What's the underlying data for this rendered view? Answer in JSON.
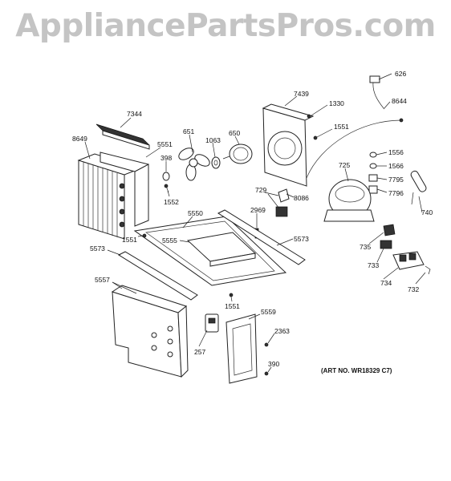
{
  "watermark": "AppliancePartsPros.com",
  "art_number": "(ART NO. WR18329 C7)",
  "labels": {
    "l626": "626",
    "l8644": "8644",
    "l7439": "7439",
    "l1330": "1330",
    "l1551a": "1551",
    "l7344": "7344",
    "l8649": "8649",
    "l5551": "5551",
    "l651": "651",
    "l1063": "1063",
    "l650": "650",
    "l398": "398",
    "l1552": "1552",
    "l1556": "1556",
    "l1566": "1566",
    "l725": "725",
    "l7795": "7795",
    "l7796": "7796",
    "l729": "729",
    "l8086": "8086",
    "l740": "740",
    "l5550": "5550",
    "l2969": "2969",
    "l1551b": "1551",
    "l5555": "5555",
    "l5573a": "5573",
    "l5573b": "5573",
    "l735": "735",
    "l733": "733",
    "l734": "734",
    "l732": "732",
    "l5557": "5557",
    "l1551c": "1551",
    "l5559": "5559",
    "l2363": "2363",
    "l257": "257",
    "l390": "390"
  }
}
